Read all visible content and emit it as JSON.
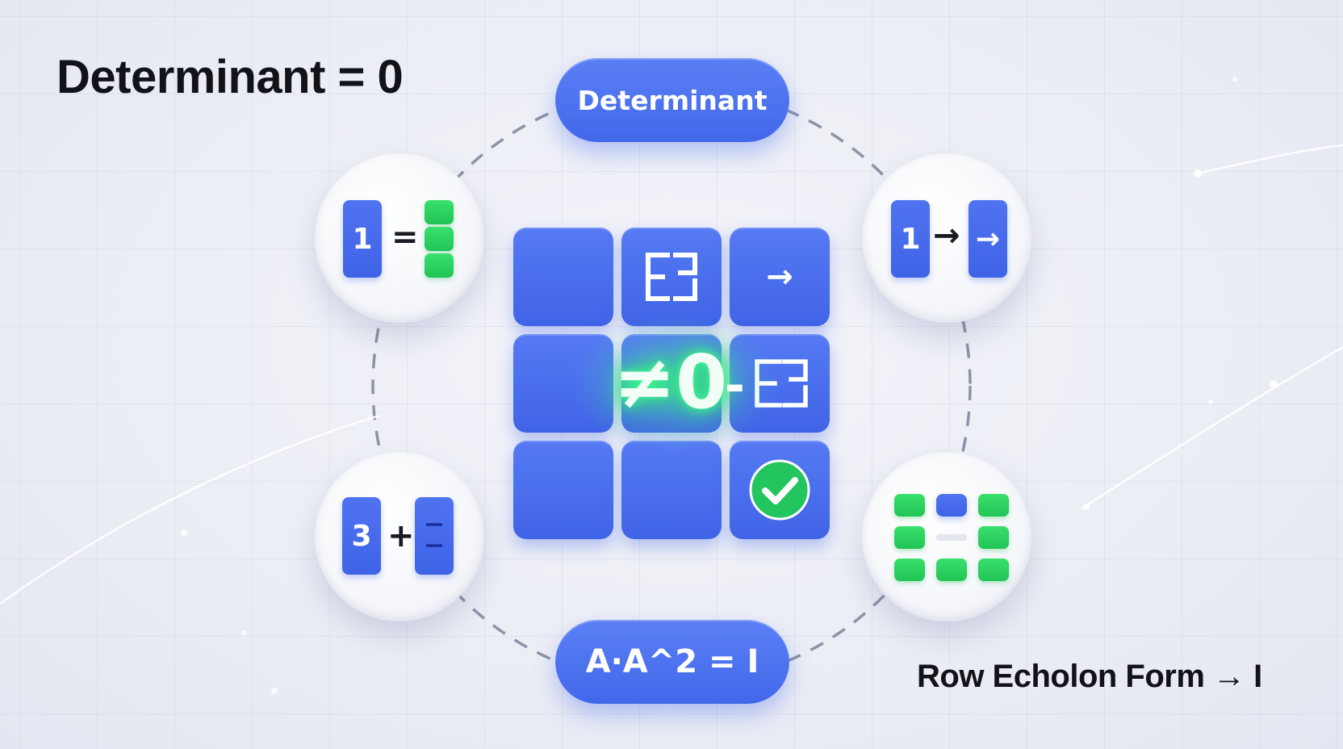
{
  "headings": {
    "top_left": "Determinant = 0",
    "bottom_right": "Row Echolon Form → I"
  },
  "pills": {
    "top": "Determinant",
    "bottom": "A·A^2 = I"
  },
  "nodes": {
    "top_left": {
      "block_label": "1",
      "operator": "="
    },
    "top_right": {
      "block_label": "1",
      "operator": "→",
      "arrow": "→"
    },
    "bottom_left": {
      "block_label": "3",
      "operator": "+"
    },
    "bottom_right": {
      "grid": "green-blocks"
    }
  },
  "matrix": {
    "center_text": "≠0",
    "dash": "-",
    "arrow": "→",
    "icons": [
      "bracket-grid-icon",
      "right-arrow-icon",
      "bracket-grid-icon",
      "checkmark-icon"
    ]
  },
  "colors": {
    "blue": "#4268ea",
    "green": "#22c55e",
    "glow": "#3dff8f",
    "text": "#121218"
  }
}
